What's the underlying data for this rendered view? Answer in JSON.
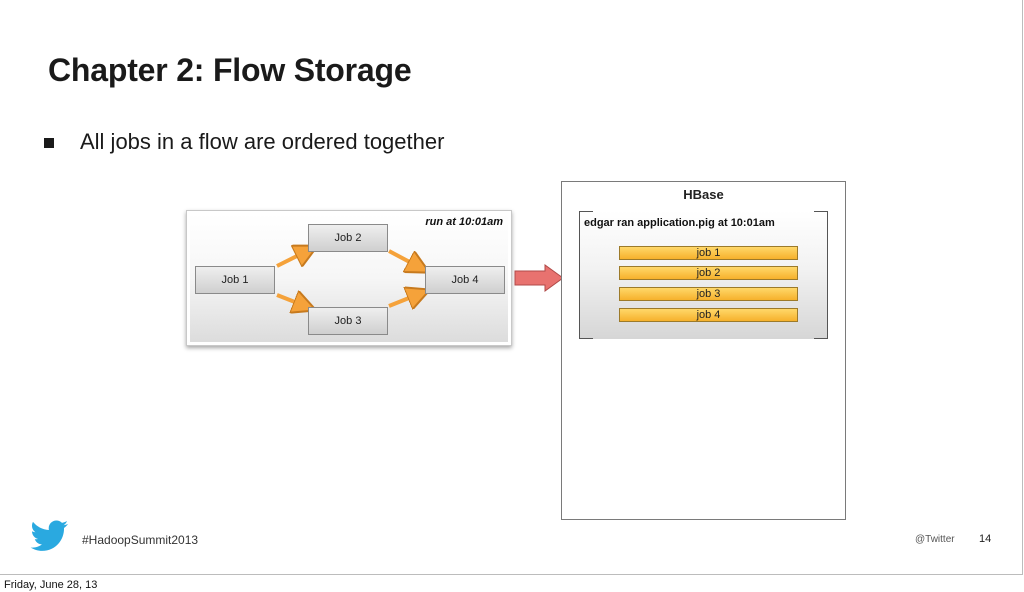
{
  "slide": {
    "title": "Chapter 2: Flow Storage",
    "bullets": [
      "All jobs in a flow are ordered together"
    ]
  },
  "flow_diagram": {
    "run_label": "run at 10:01am",
    "jobs": [
      "Job 1",
      "Job 2",
      "Job 3",
      "Job 4"
    ]
  },
  "hbase": {
    "title": "HBase",
    "row_label": "edgar ran application.pig at 10:01am",
    "rows": [
      "job 1",
      "job 2",
      "job 3",
      "job 4"
    ]
  },
  "footer": {
    "hashtag": "#HadoopSummit2013",
    "handle": "@Twitter",
    "page_number": "14"
  },
  "caption": "Friday, June 28, 13",
  "colors": {
    "flow_arrow": "#f5a23a",
    "big_arrow": "#e8726f",
    "job_bar": "#f9c445",
    "twitter_blue": "#2aa9e0"
  },
  "icons": [
    "twitter-bird-icon"
  ]
}
